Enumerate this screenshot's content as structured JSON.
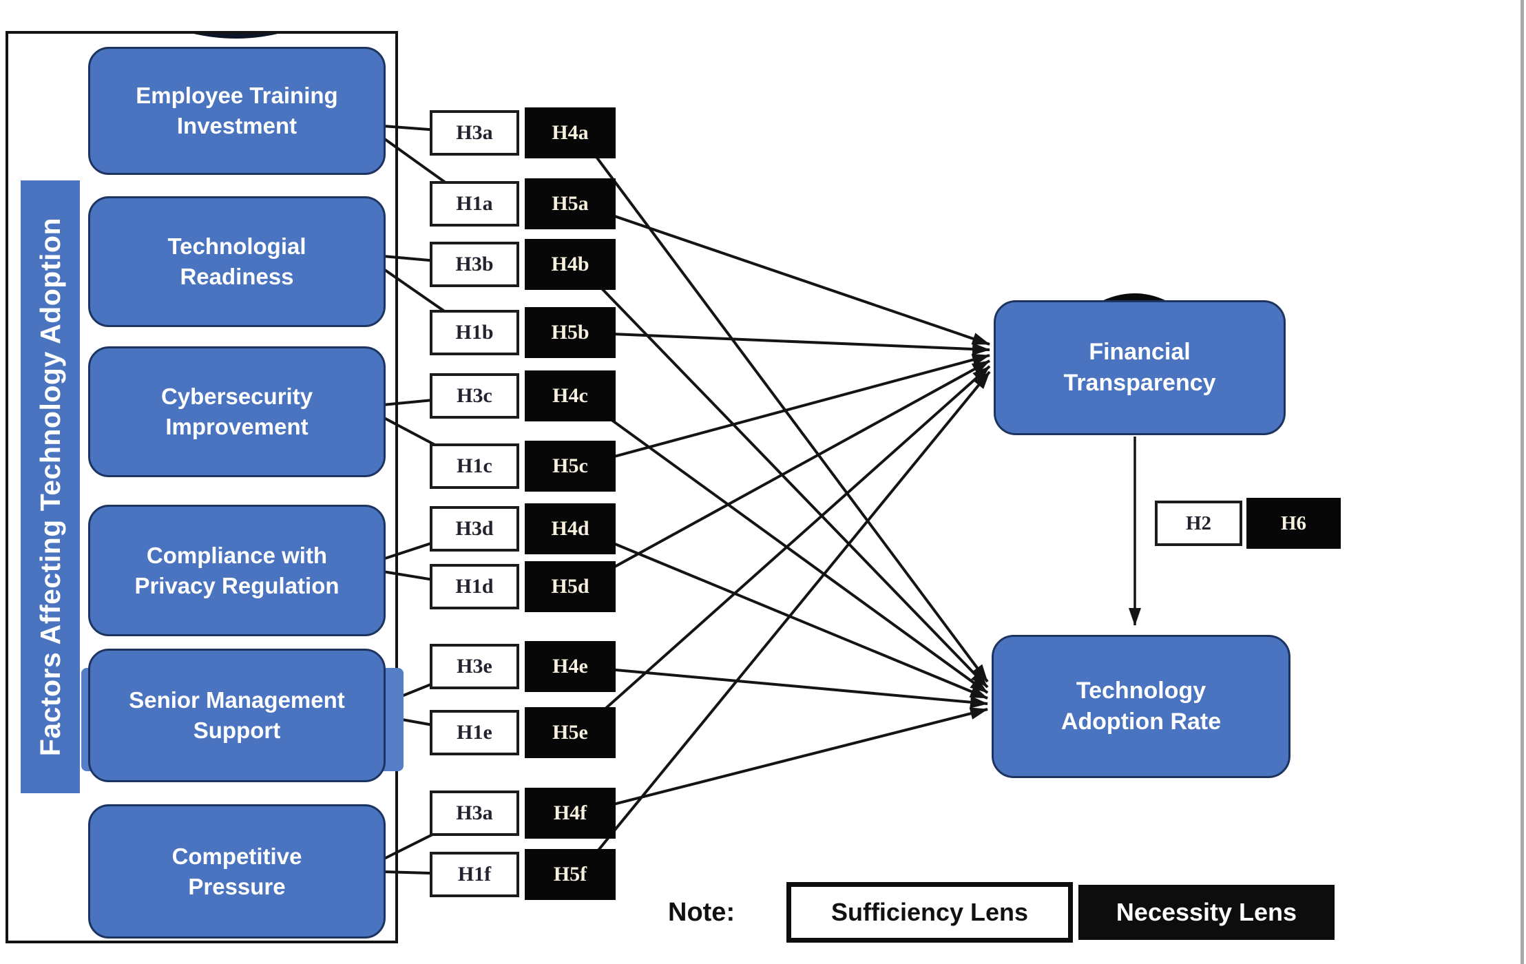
{
  "diagram": {
    "group_label": "Factors Affecting Technology Adoption",
    "factors": [
      {
        "label": "Employee Training\nInvestment"
      },
      {
        "label": "Technologial\nReadiness"
      },
      {
        "label": "Cybersecurity\nImprovement"
      },
      {
        "label": "Compliance with\nPrivacy Regulation"
      },
      {
        "label": "Senior Management\nSupport"
      },
      {
        "label": "Competitive\nPressure"
      }
    ],
    "hypothesis_rows": [
      {
        "sufficiency": "H3a",
        "necessity": "H4a"
      },
      {
        "sufficiency": "H1a",
        "necessity": "H5a"
      },
      {
        "sufficiency": "H3b",
        "necessity": "H4b"
      },
      {
        "sufficiency": "H1b",
        "necessity": "H5b"
      },
      {
        "sufficiency": "H3c",
        "necessity": "H4c"
      },
      {
        "sufficiency": "H1c",
        "necessity": "H5c"
      },
      {
        "sufficiency": "H3d",
        "necessity": "H4d"
      },
      {
        "sufficiency": "H1d",
        "necessity": "H5d"
      },
      {
        "sufficiency": "H3e",
        "necessity": "H4e"
      },
      {
        "sufficiency": "H1e",
        "necessity": "H5e"
      },
      {
        "sufficiency": "H3a",
        "necessity": "H4f"
      },
      {
        "sufficiency": "H1f",
        "necessity": "H5f"
      }
    ],
    "outcomes": [
      {
        "label": "Financial\nTransparency"
      },
      {
        "label": "Technology\nAdoption Rate"
      }
    ],
    "mediation": {
      "sufficiency": "H2",
      "necessity": "H6"
    },
    "note": {
      "prefix": "Note:",
      "sufficiency_label": "Sufficiency Lens",
      "necessity_label": "Necessity Lens"
    },
    "colors": {
      "node_blue": "#4a74c0",
      "node_blue_border": "#1d3461",
      "necessity_black": "#070707",
      "line_black": "#141414"
    }
  }
}
